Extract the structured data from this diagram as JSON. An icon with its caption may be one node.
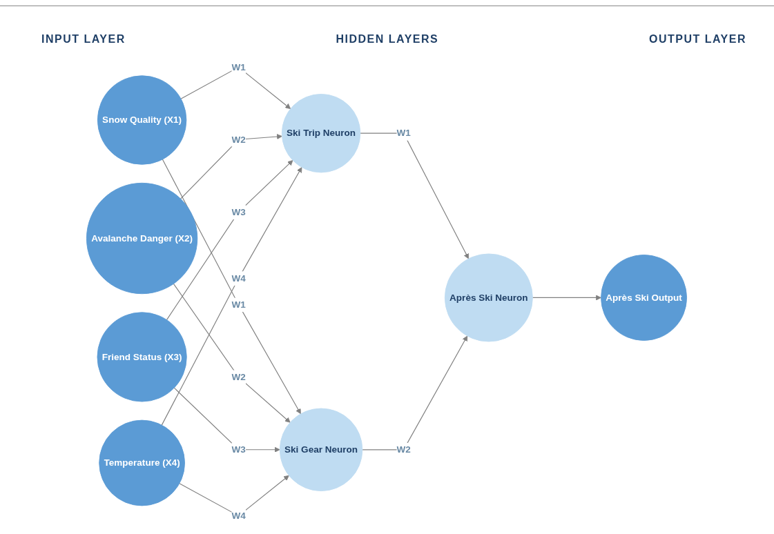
{
  "diagram": {
    "nodes": [
      {
        "text": [
          "Snow Quality (X1)"
        ]
      },
      {
        "text": [
          "Avalanche Danger (X2)"
        ]
      },
      {
        "text": [
          "Friend Status (X3)"
        ]
      },
      {
        "text": [
          "Temperature (X4)"
        ]
      },
      {
        "text": [
          "Ski Trip Neuron"
        ]
      },
      {
        "text": [
          "Ski Gear Neuron"
        ]
      },
      {
        "text": [
          "Après Ski Neuron"
        ]
      },
      {
        "text": [
          "Après Ski Output"
        ]
      }
    ],
    "edges": [
      {
        "from": 0,
        "to": 4,
        "arrow": "to",
        "label": "W1"
      },
      {
        "from": 0,
        "to": 5,
        "arrow": "to",
        "label": "W1"
      },
      {
        "from": 1,
        "to": 4,
        "arrow": "to",
        "label": "W2"
      },
      {
        "from": 1,
        "to": 5,
        "arrow": "to",
        "label": "W2"
      },
      {
        "from": 2,
        "to": 4,
        "arrow": "to",
        "label": "W3"
      },
      {
        "from": 2,
        "to": 5,
        "arrow": "to",
        "label": "W3"
      },
      {
        "from": 3,
        "to": 4,
        "arrow": "to",
        "label": "W4"
      },
      {
        "from": 3,
        "to": 5,
        "arrow": "to",
        "label": "W4"
      },
      {
        "from": 4,
        "to": 6,
        "arrow": "to",
        "label": "W1"
      },
      {
        "from": 5,
        "to": 6,
        "arrow": "to",
        "label": "W2"
      },
      {
        "from": 6,
        "to": 7,
        "arrow": "to"
      }
    ],
    "labels": [
      "INPUT LAYER",
      "HIDDEN LAYERS",
      "OUTPUT LAYER"
    ]
  }
}
